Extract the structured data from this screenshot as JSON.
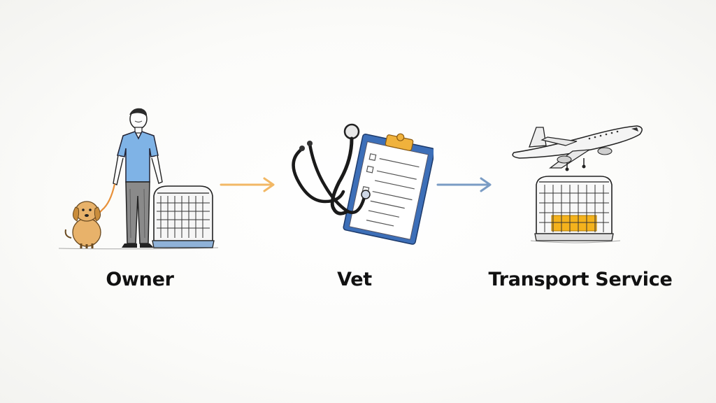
{
  "colors": {
    "background": "#fafaf8",
    "ink": "#1a1a1a",
    "shirt": "#7fb3e6",
    "dog": "#e2a95a",
    "leash": "#e8913a",
    "clipboard": "#3d6fb8",
    "clip": "#f0b23c",
    "arrow1": "#f2b865",
    "arrow2": "#7a9cc4",
    "cargo": "#f4b21c"
  },
  "stages": [
    {
      "id": "owner",
      "label": "Owner",
      "icon": "owner-with-dog-and-crate-icon"
    },
    {
      "id": "vet",
      "label": "Vet",
      "icon": "stethoscope-clipboard-icon"
    },
    {
      "id": "transport",
      "label": "Transport Service",
      "icon": "airplane-and-crate-icon"
    }
  ],
  "arrows": [
    {
      "from": "owner",
      "to": "vet",
      "icon": "arrow-right-icon"
    },
    {
      "from": "vet",
      "to": "transport",
      "icon": "arrow-right-icon"
    }
  ]
}
